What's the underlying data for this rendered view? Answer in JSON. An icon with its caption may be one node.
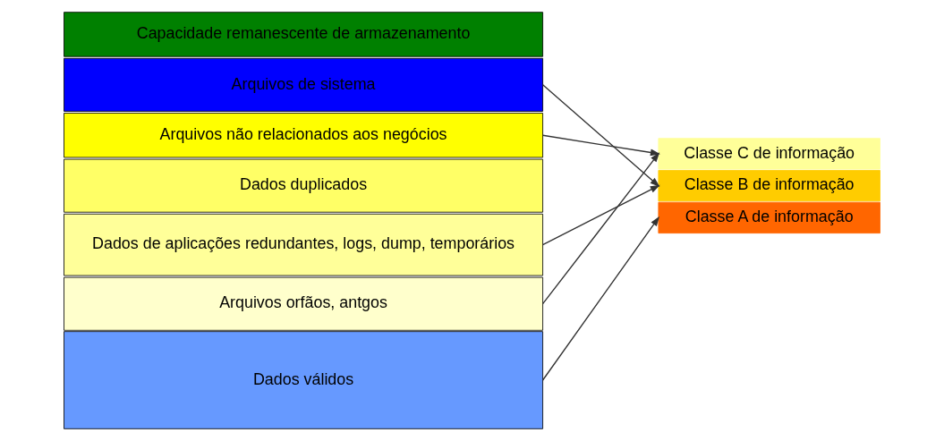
{
  "diagram": {
    "nodes": [
      {
        "text": [
          "Capacidade remanescente de armazenamento"
        ]
      },
      {
        "text": [
          "Arquivos de sistema"
        ]
      },
      {
        "text": [
          "Arquivos não relacionados aos negócios"
        ]
      },
      {
        "text": [
          "Dados duplicados"
        ]
      },
      {
        "text": [
          "Dados de aplicações redundantes, logs, dump, temporários"
        ]
      },
      {
        "text": [
          "Arquivos orfãos, antgos"
        ]
      },
      {
        "text": [
          "Dados válidos"
        ]
      },
      {
        "text": [
          "Classe C de informação"
        ]
      },
      {
        "text": [
          "Classe B de informação"
        ]
      },
      {
        "text": [
          "Classe A de informação"
        ]
      }
    ],
    "edges": [
      {
        "from": 1,
        "to": 8,
        "arrow": "to"
      },
      {
        "from": 2,
        "to": 7,
        "arrow": "to"
      },
      {
        "from": 4,
        "to": 8,
        "arrow": "to"
      },
      {
        "from": 5,
        "to": 7,
        "arrow": "to"
      },
      {
        "from": 6,
        "to": 9,
        "arrow": "to"
      }
    ]
  }
}
